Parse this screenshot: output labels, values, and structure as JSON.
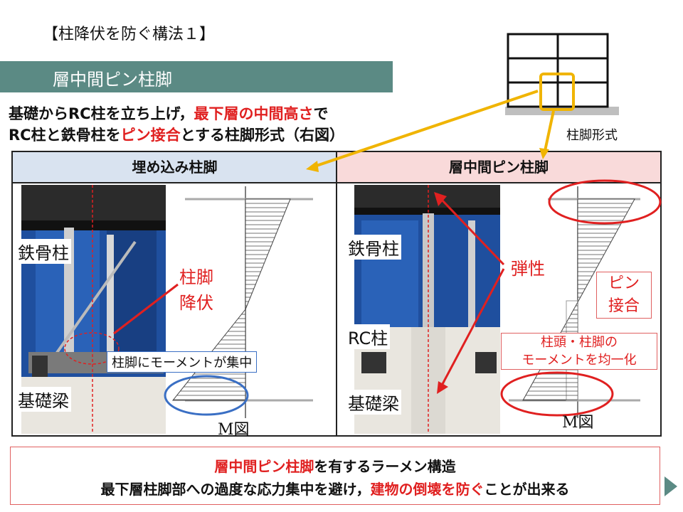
{
  "slide_title": "【柱降伏を防ぐ構法１】",
  "subtitle": "層中間ピン柱脚",
  "intro": {
    "line1": {
      "a": "基礎からRC柱を立ち上げ，",
      "b": "最下層の中間高さ",
      "c": "で"
    },
    "line2": {
      "a": "RC柱と鉄骨柱を",
      "b": "ピン接合",
      "c": "とする柱脚形式（右図）"
    }
  },
  "frame_label": "柱脚形式",
  "left_panel": {
    "header": "埋め込み柱脚",
    "steel_column": "鉄骨柱",
    "yield_line1": "柱脚",
    "yield_line2": "降伏",
    "callout": "柱脚にモーメントが集中",
    "foundation_beam": "基礎梁",
    "moment_label": "M図"
  },
  "right_panel": {
    "header": "層中間ピン柱脚",
    "steel_column": "鉄骨柱",
    "elastic": "弾性",
    "pin_line1": "ピン",
    "pin_line2": "接合",
    "rc_column": "RC柱",
    "equalize_line1": "柱頭・柱脚の",
    "equalize_line2": "モーメントを均一化",
    "foundation_beam": "基礎梁",
    "moment_label": "M図"
  },
  "bottom": {
    "line1": {
      "a": "層中間ピン柱脚",
      "b": "を有するラーメン構造"
    },
    "line2": {
      "a": "最下層柱脚部への過度な応力集中を避け，",
      "b": "建物の倒壊を防ぐ",
      "c": "ことが出来る"
    }
  },
  "colors": {
    "accent_red": "#e02020",
    "band": "#5b8a84",
    "arrow_yellow": "#f0b400",
    "ellipse_blue": "#3a6fc4"
  }
}
